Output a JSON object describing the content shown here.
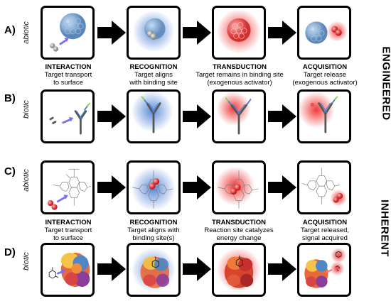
{
  "rows": [
    {
      "letter": "A)",
      "kind": "abiotic"
    },
    {
      "letter": "B)",
      "kind": "biotic"
    },
    {
      "letter": "C)",
      "kind": "abiotic"
    },
    {
      "letter": "D)",
      "kind": "biotic"
    }
  ],
  "groups": {
    "engineered": "ENGINEERED",
    "inherent": "INHERENT"
  },
  "captions_engineered": [
    {
      "title": "INTERACTION",
      "line1": "Target transport",
      "line2": "to surface"
    },
    {
      "title": "RECOGNITION",
      "line1": "Target aligns",
      "line2": "with binding site"
    },
    {
      "title": "TRANSDUCTION",
      "line1": "Target remains in binding site",
      "line2": "(exogenous activator)"
    },
    {
      "title": "ACQUISITION",
      "line1": "Target release",
      "line2": "(exogenous activator)"
    }
  ],
  "captions_inherent": [
    {
      "title": "INTERACTION",
      "line1": "Target transport",
      "line2": "to surface"
    },
    {
      "title": "RECOGNITION",
      "line1": "Target aligns with",
      "line2": "binding site(s)"
    },
    {
      "title": "TRANSDUCTION",
      "line1": "Reaction site catalyzes",
      "line2": "energy change"
    },
    {
      "title": "ACQUISITION",
      "line1": "Target released,",
      "line2": "signal acquired"
    }
  ]
}
